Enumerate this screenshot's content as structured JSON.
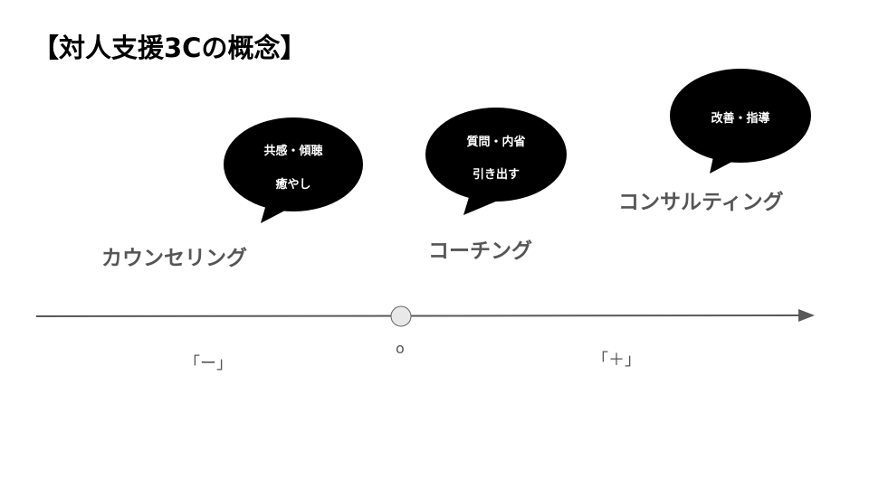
{
  "title": "【対人支援3Cの概念】",
  "stages": [
    {
      "label": "カウンセリング",
      "bubble_lines": [
        "共感・傾聴",
        "癒やし"
      ]
    },
    {
      "label": "コーチング",
      "bubble_lines": [
        "質問・内省",
        "引き出す"
      ]
    },
    {
      "label": "コンサルティング",
      "bubble_lines": [
        "改善・指導"
      ]
    }
  ],
  "axis": {
    "minus_label": "「ー」",
    "zero_label": "o",
    "plus_label": "「＋」"
  },
  "colors": {
    "bubble": "#000000",
    "axis": "#595959",
    "label": "#555555"
  }
}
